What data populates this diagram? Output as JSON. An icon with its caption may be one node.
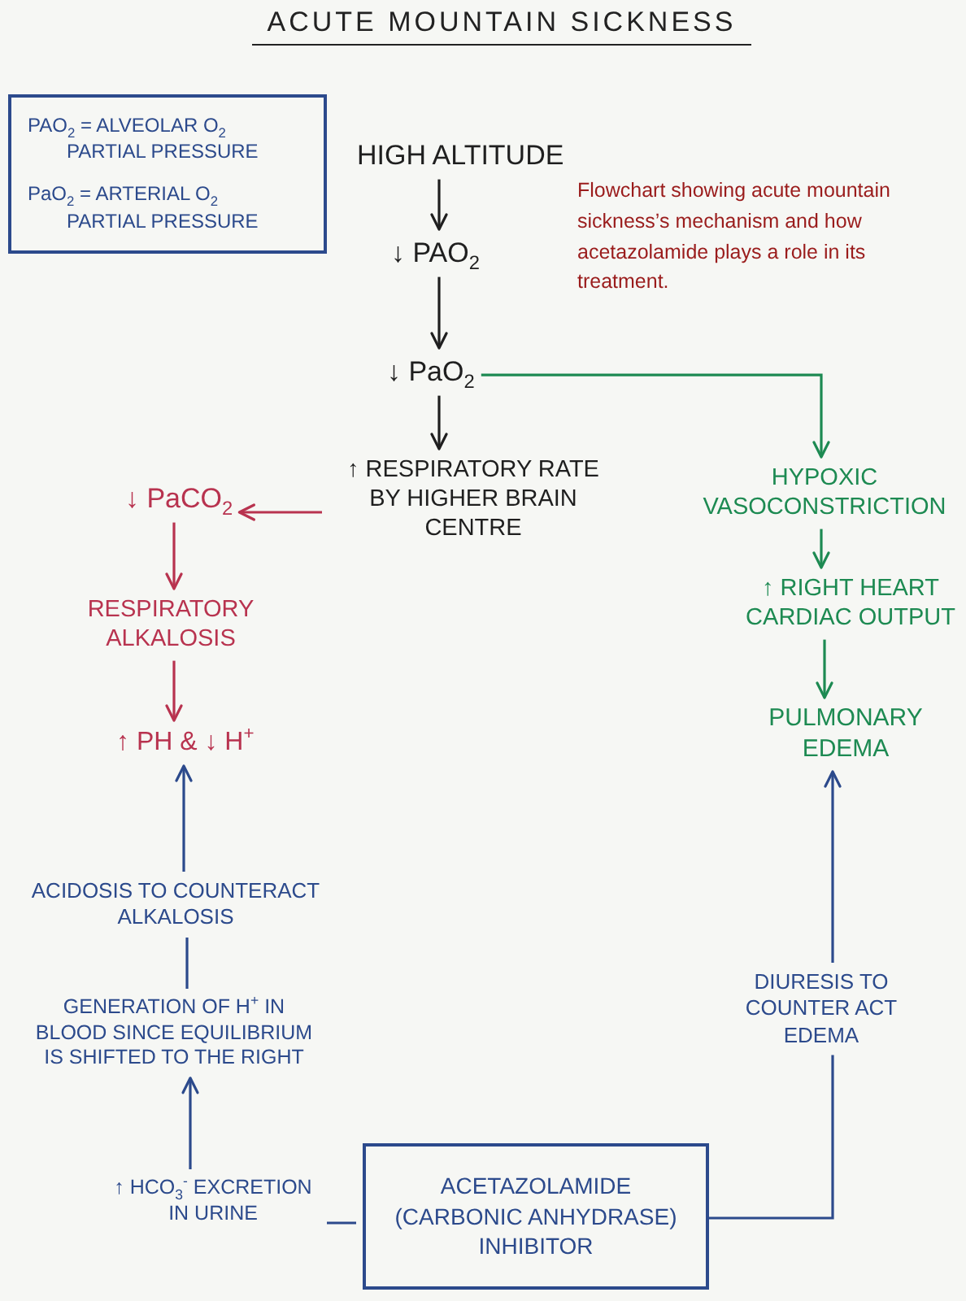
{
  "diagram": {
    "title": "ACUTE MOUNTAIN SICKNESS",
    "caption": "Flowchart showing acute mountain sickness’s mechanism and how acetazolamide plays a role in its treatment.",
    "nodes": [
      {
        "text": [
          "PAO$_{2}$ = ALVEOLAR O$_{2}$ PARTIAL PRESSURE",
          "PaO$_{2}$ = ARTERIAL O$_{2}$ PARTIAL PRESSURE"
        ]
      },
      {
        "text": [
          "HIGH ALTITUDE"
        ]
      },
      {
        "text": [
          "↓ PAO$_{2}$"
        ]
      },
      {
        "text": [
          "↓ PaO$_{2}$"
        ]
      },
      {
        "text": [
          "↑ RESPIRATORY RATE BY HIGHER BRAIN CENTRE"
        ]
      },
      {
        "text": [
          "↓ PaCO$_{2}$"
        ]
      },
      {
        "text": [
          "RESPIRATORY ALKALOSIS"
        ]
      },
      {
        "text": [
          "↑ PH & ↓ H$^{+}$"
        ]
      },
      {
        "text": [
          "HYPOXIC VASOCONSTRICTION"
        ]
      },
      {
        "text": [
          "↑ RIGHT HEART CARDIAC OUTPUT"
        ]
      },
      {
        "text": [
          "PULMONARY EDEMA"
        ]
      },
      {
        "text": [
          "ACIDOSIS TO COUNTERACT ALKALOSIS"
        ]
      },
      {
        "text": [
          "GENERATION OF H$^{+}$ IN BLOOD SINCE EQUILIBRIUM IS SHIFTED TO THE RIGHT"
        ]
      },
      {
        "text": [
          "↑ HCO$_{3}$$^{-}$ EXCRETION IN URINE"
        ]
      },
      {
        "text": [
          "ACETAZOLAMIDE (CARBONIC ANHYDRASE) INHIBITOR"
        ]
      },
      {
        "text": [
          "DIURESIS TO COUNTER ACT EDEMA"
        ]
      }
    ],
    "edges": [
      {
        "from": 1,
        "to": 2,
        "arrow": "to",
        "color": "#1f1f1f"
      },
      {
        "from": 2,
        "to": 3,
        "arrow": "to",
        "color": "#1f1f1f"
      },
      {
        "from": 3,
        "to": 4,
        "arrow": "to",
        "color": "#1f1f1f"
      },
      {
        "from": 3,
        "to": 8,
        "arrow": "to",
        "color": "#1d8a52"
      },
      {
        "from": 4,
        "to": 5,
        "arrow": "to",
        "color": "#b8334f"
      },
      {
        "from": 5,
        "to": 6,
        "arrow": "to",
        "color": "#b8334f"
      },
      {
        "from": 6,
        "to": 7,
        "arrow": "to",
        "color": "#b8334f"
      },
      {
        "from": 8,
        "to": 9,
        "arrow": "to",
        "color": "#1d8a52"
      },
      {
        "from": 9,
        "to": 10,
        "arrow": "to",
        "color": "#1d8a52"
      },
      {
        "from": 13,
        "to": 12,
        "arrow": "to"
      },
      {
        "from": 12,
        "to": 11,
        "arrow": "none"
      },
      {
        "from": 11,
        "to": 7,
        "arrow": "to"
      },
      {
        "from": 14,
        "to": 13,
        "arrow": "none"
      },
      {
        "from": 14,
        "to": 15,
        "arrow": "none"
      },
      {
        "from": 15,
        "to": 10,
        "arrow": "to"
      }
    ]
  }
}
